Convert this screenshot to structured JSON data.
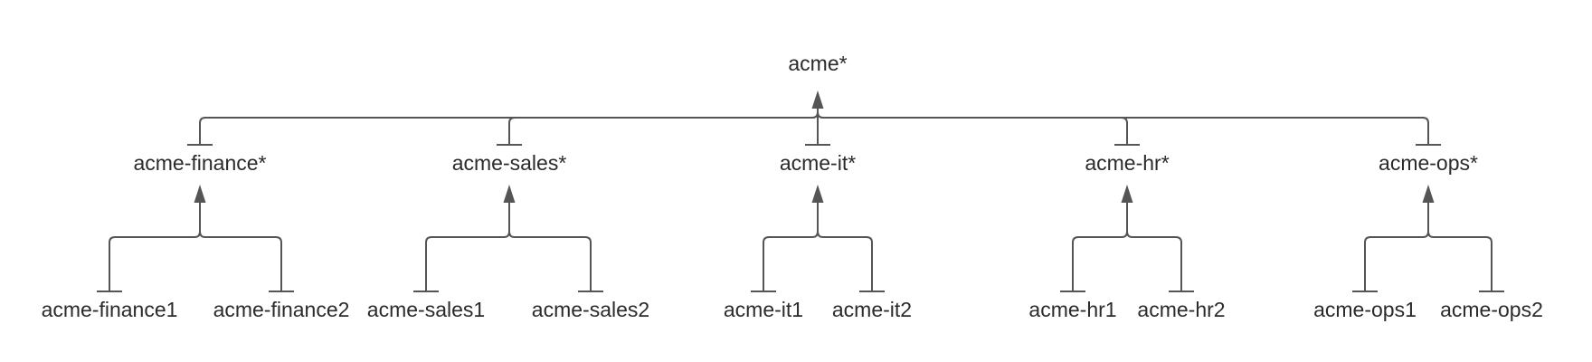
{
  "diagram": {
    "root": "acme*",
    "groups": [
      {
        "label": "acme-finance*",
        "children": [
          "acme-finance1",
          "acme-finance2"
        ]
      },
      {
        "label": "acme-sales*",
        "children": [
          "acme-sales1",
          "acme-sales2"
        ]
      },
      {
        "label": "acme-it*",
        "children": [
          "acme-it1",
          "acme-it2"
        ]
      },
      {
        "label": "acme-hr*",
        "children": [
          "acme-hr1",
          "acme-hr2"
        ]
      },
      {
        "label": "acme-ops*",
        "children": [
          "acme-ops1",
          "acme-ops2"
        ]
      }
    ]
  },
  "colors": {
    "line": "#555555",
    "text": "#2b2b2b",
    "background": "#ffffff"
  }
}
